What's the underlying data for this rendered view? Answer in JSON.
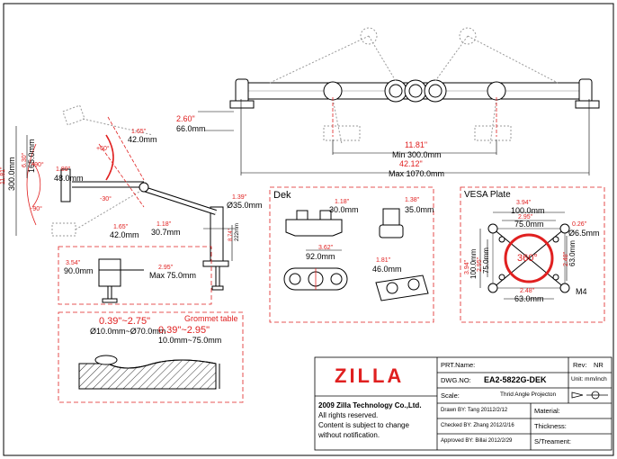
{
  "top_view": {
    "dim_a_in": "11.81\"",
    "dim_a_mm": "Min 300.0mm",
    "dim_b_in": "42.12\"",
    "dim_b_mm": "Max 1070.0mm",
    "height_in": "2.60\"",
    "height_mm": "66.0mm"
  },
  "side_view": {
    "h_in": "11.81\"",
    "h_mm": "300.0mm",
    "h2_in": "6.30\"",
    "h2_mm": "165.0mm",
    "ang_up": "+90°",
    "ang_down": "-90°",
    "ang_tilt_up": "+60°",
    "ang_tilt_down": "-30°",
    "arm_in": "1.89\"",
    "arm_mm": "48.0mm",
    "top_in": "1.65\"",
    "top_mm": "42.0mm",
    "bot_in": "1.65\"",
    "bot_mm": "42.0mm",
    "elbow_in": "1.18\"",
    "elbow_mm": "30.7mm",
    "pole_in": "1.39\"",
    "pole_mm": "Ø35.0mm",
    "base_in": "8.74\"",
    "base_mm": "222mm"
  },
  "clamp": {
    "w_in": "3.54\"",
    "w_mm": "90.0mm",
    "max_in": "2.95\"",
    "max_mm": "Max 75.0mm"
  },
  "grommet": {
    "title": "Grommet table",
    "hole_in": "0.39\"~2.75\"",
    "hole_mm": "Ø10.0mm~Ø70.0mm",
    "thick_in": "0.39\"~2.95\"",
    "thick_mm": "10.0mm~75.0mm"
  },
  "dek": {
    "title": "Dek",
    "a_in": "1.18\"",
    "a_mm": "30.0mm",
    "b_in": "1.38\"",
    "b_mm": "35.0mm",
    "c_in": "3.62\"",
    "c_mm": "92.0mm",
    "d_in": "1.81\"",
    "d_mm": "46.0mm"
  },
  "vesa": {
    "title": "VESA Plate",
    "w1_in": "3.94\"",
    "w1_mm": "100.0mm",
    "w2_in": "2.95\"",
    "w2_mm": "75.0mm",
    "hole_in": "0.26\"",
    "hole_mm": "Ø6.5mm",
    "rot": "360°",
    "h1_in": "3.94\"",
    "h1_mm": "100.0mm",
    "h2_in": "2.95\"",
    "h2_mm": "75.0mm",
    "r_in": "2.48\"",
    "r_mm": "63.0mm",
    "b_in": "2.48\"",
    "b_mm": "63.0mm",
    "screw": "M4"
  },
  "title_block": {
    "logo": "ZILLA",
    "company": "2009 Zilla Technology Co.,Ltd.",
    "rights": "All rights reserved.",
    "notice": "Content is subject to change",
    "notice2": "without notification.",
    "prt_name_label": "PRT.Name:",
    "rev_label": "Rev:",
    "rev_value": "NR",
    "dwg_label": "DWG.NO:",
    "dwg_value": "EA2-5822G-DEK",
    "unit": "Unit: mm/inch",
    "scale_label": "Scale:",
    "projection": "Thrid Angle Projecton",
    "drawn": "Drawn BY:  Tang  20112/2/12",
    "checked": "Checked BY:  Zhang  2012/2/16",
    "approved": "Approved BY:  Billai  2012/2/29",
    "material": "Material:",
    "thickness": "Thickness:",
    "treatment": "S/Treament:"
  }
}
